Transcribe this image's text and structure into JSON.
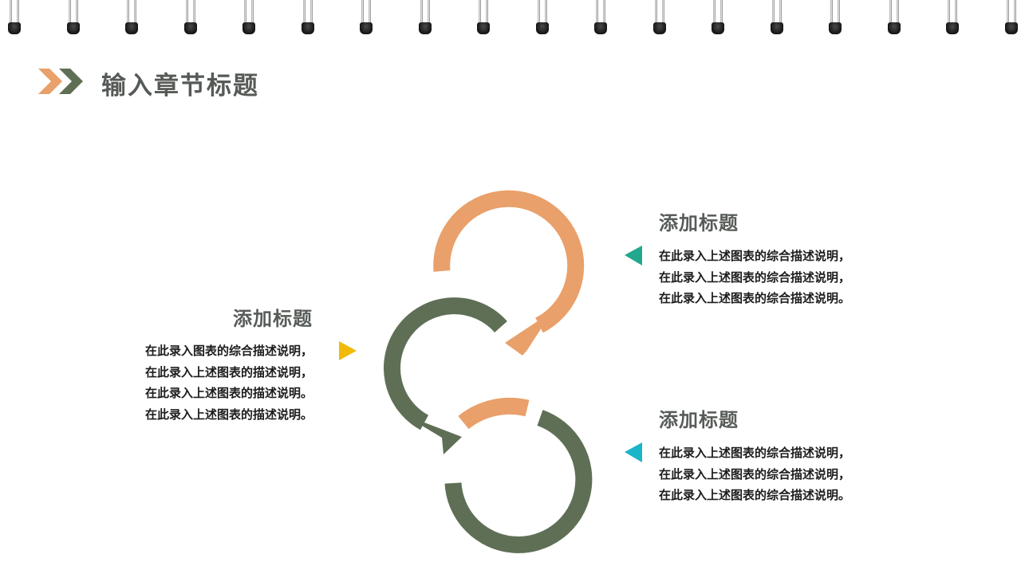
{
  "page": {
    "title": "输入章节标题"
  },
  "colors": {
    "orange": "#E9A06A",
    "green": "#5F6F56",
    "pointer_yellow": "#F2BA08",
    "pointer_teal": "#21A88D",
    "pointer_cyan": "#1AB5C8",
    "title_gray": "#575C58"
  },
  "header": {
    "icon": "double-chevron-icon"
  },
  "blocks": {
    "left": {
      "title": "添加标题",
      "lines": [
        "在此录入图表的综合描述说明，",
        "在此录入上述图表的描述说明，",
        "在此录入上述图表的描述说明。",
        "在此录入上述图表的描述说明。"
      ],
      "pointer": "triangle-right-icon"
    },
    "top_right": {
      "title": "添加标题",
      "lines": [
        "在此录入上述图表的综合描述说明，",
        "在此录入上述图表的综合描述说明，",
        "在此录入上述图表的综合描述说明。"
      ],
      "pointer": "triangle-left-icon"
    },
    "bottom_right": {
      "title": "添加标题",
      "lines": [
        "在此录入上述图表的综合描述说明，",
        "在此录入上述图表的综合描述说明，",
        "在此录入上述图表的综合描述说明。"
      ],
      "pointer": "triangle-left-icon"
    }
  }
}
